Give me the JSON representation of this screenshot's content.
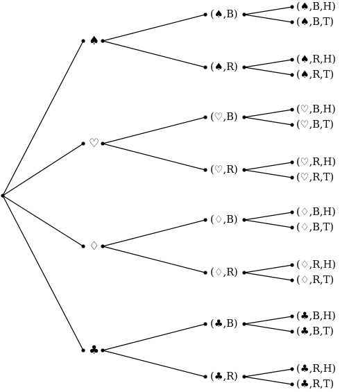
{
  "tree": {
    "root": "",
    "suits": [
      {
        "label": "♠",
        "colors": [
          {
            "label": "(♠,B)",
            "outcomes": [
              "(♠,B,H)",
              "(♠,B,T)"
            ]
          },
          {
            "label": "(♠,R)",
            "outcomes": [
              "(♠,R,H)",
              "(♠,R,T)"
            ]
          }
        ]
      },
      {
        "label": "♡",
        "colors": [
          {
            "label": "(♡,B)",
            "outcomes": [
              "(♡,B,H)",
              "(♡,B,T)"
            ]
          },
          {
            "label": "(♡,R)",
            "outcomes": [
              "(♡,R,H)",
              "(♡,R,T)"
            ]
          }
        ]
      },
      {
        "label": "♢",
        "colors": [
          {
            "label": "(♢,B)",
            "outcomes": [
              "(♢,B,H)",
              "(♢,B,T)"
            ]
          },
          {
            "label": "(♢,R)",
            "outcomes": [
              "(♢,R,H)",
              "(♢,R,T)"
            ]
          }
        ]
      },
      {
        "label": "♣",
        "colors": [
          {
            "label": "(♣,B)",
            "outcomes": [
              "(♣,B,H)",
              "(♣,B,T)"
            ]
          },
          {
            "label": "(♣,R)",
            "outcomes": [
              "(♣,R,H)",
              "(♣,R,T)"
            ]
          }
        ]
      }
    ]
  }
}
